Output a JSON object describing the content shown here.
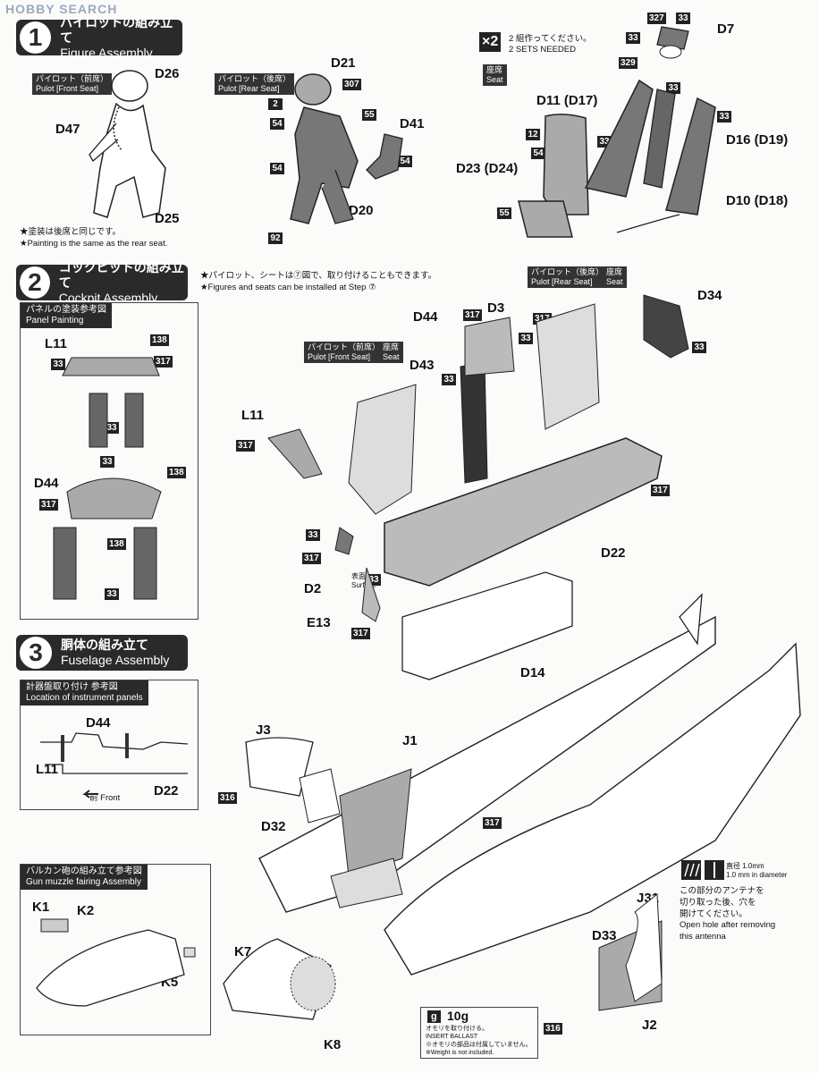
{
  "watermark": "HOBBY SEARCH",
  "step1": {
    "num": "1",
    "jp": "パイロットの組み立て",
    "en": "Figure Assembly"
  },
  "step2": {
    "num": "2",
    "jp": "コックピットの組み立て",
    "en": "Cockpit Assembly"
  },
  "step3": {
    "num": "3",
    "jp": "胴体の組み立て",
    "en": "Fuselage Assembly"
  },
  "pilot_front_tag": "パイロット（前席）\nPulot [Front Seat]",
  "pilot_rear_tag": "パイロット（後席）\nPulot [Rear Seat]",
  "seat_tag": "座席\nSeat",
  "painting_note_jp": "★塗装は後席と同じです。",
  "painting_note_en": "★Painting is the same as the rear seat.",
  "sets_multiplier": "×2",
  "sets_jp": "2 組作ってください。",
  "sets_en": "2 SETS NEEDED",
  "step2_note_jp": "★パイロット、シートは⑦図で、取り付けることもできます。",
  "step2_note_en": "★Figures and seats can be installed at Step ⑦",
  "panel_box_jp": "パネルの塗装参考図",
  "panel_box_en": "Panel Painting",
  "instr_box_jp": "計器盤取り付け 参考図",
  "instr_box_en": "Location of instrument panels",
  "front_label": "前 Front",
  "gun_box_jp": "バルカン砲の組み立て参考図",
  "gun_box_en": "Gun muzzle fairing Assembly",
  "surface_label": "表面\nSurface",
  "antenna_dia": "直径 1.0mm\n1.0 mm in diameter",
  "antenna_jp": "この部分のアンテナを\n切り取った後、穴を\n開けてください。",
  "antenna_en": "Open hole after removing\nthis antenna",
  "ballast_code": "g",
  "ballast_weight": "10g",
  "ballast_jp": "オモリを取り付ける。",
  "ballast_en": "INSERT BALLAST",
  "ballast_note_jp": "※オモリの部品は付属していません。",
  "ballast_note_en": "※Weight is not included.",
  "parts": {
    "D26": "D26",
    "D47": "D47",
    "D25": "D25",
    "D21": "D21",
    "D41": "D41",
    "D20": "D20",
    "D7": "D7",
    "D11": "D11 (D17)",
    "D16": "D16 (D19)",
    "D23": "D23 (D24)",
    "D10": "D10 (D18)",
    "L11": "L11",
    "D44": "D44",
    "D3": "D3",
    "D43": "D43",
    "D34": "D34",
    "D22": "D22",
    "D2": "D2",
    "E13": "E13",
    "D14": "D14",
    "J3": "J3",
    "J1": "J1",
    "D32": "D32",
    "J31": "J31",
    "D33": "D33",
    "J2": "J2",
    "K1": "K1",
    "K2": "K2",
    "K5": "K5",
    "K7": "K7",
    "K8": "K8"
  },
  "paint": {
    "p2": "2",
    "p307": "307",
    "p54": "54",
    "p55": "55",
    "p92": "92",
    "p327": "327",
    "p33": "33",
    "p329": "329",
    "p12": "12",
    "p138": "138",
    "p317": "317",
    "p316": "316"
  }
}
